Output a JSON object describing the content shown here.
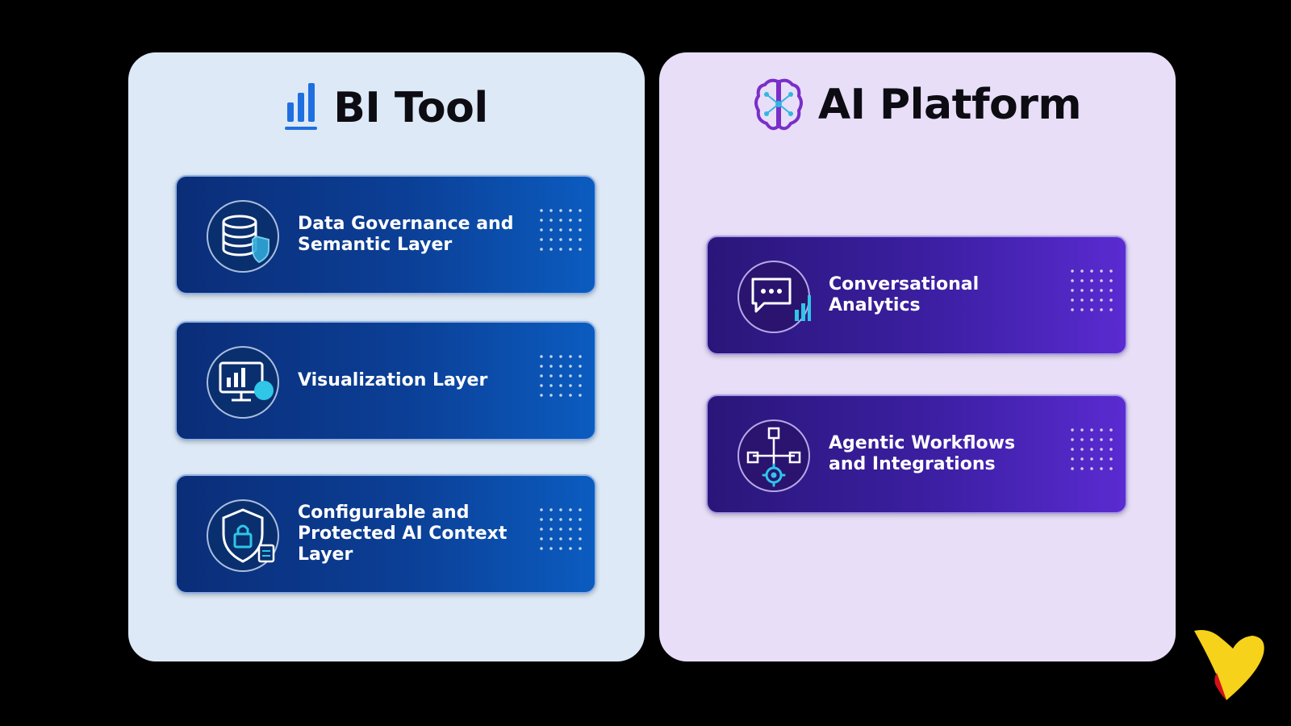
{
  "panels": {
    "bi": {
      "title": "BI Tool",
      "title_icon": "bar-chart-icon",
      "cards": [
        {
          "label": "Data Governance and\nSemantic Layer",
          "icon": "database-shield-icon"
        },
        {
          "label": "Visualization Layer",
          "icon": "monitor-chart-icon"
        },
        {
          "label": "Configurable and\nProtected AI Context Layer",
          "icon": "shield-lock-icon"
        }
      ]
    },
    "ai": {
      "title": "AI Platform",
      "title_icon": "brain-network-icon",
      "cards": [
        {
          "label": "Conversational\nAnalytics",
          "icon": "chat-analytics-icon"
        },
        {
          "label": "Agentic Workflows\nand Integrations",
          "icon": "workflow-gear-icon"
        }
      ]
    }
  },
  "colors": {
    "bi_panel_bg": "#dde9f6",
    "ai_panel_bg": "#e8def8",
    "bi_card": "#0b3f96",
    "ai_card": "#3c1fa3",
    "icon_accent": "#2fc6e8",
    "logo_yellow": "#f7d21a",
    "logo_red": "#d4111b"
  },
  "brand_logo": "brand-heart-logo"
}
